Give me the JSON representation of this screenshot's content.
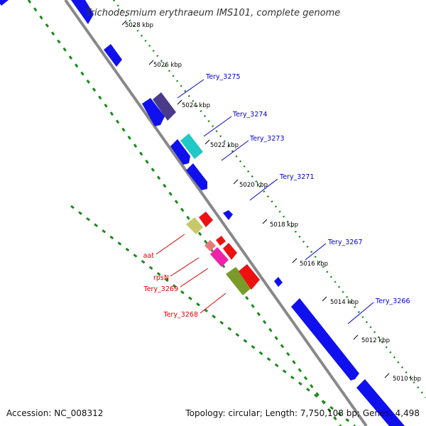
{
  "title": "Trichodesmium erythraeum IMS101, complete genome",
  "footer": {
    "accession": "Accession: NC_008312",
    "topology": "Topology: circular; Length: 7,750,108 bp; Genes: 4,498"
  },
  "scale_ticks": [
    "5028 kbp",
    "5026 kbp",
    "5024 kbp",
    "5022 kbp",
    "5020 kbp",
    "5018 kbp",
    "5016 kbp",
    "5014 kbp",
    "5012 kbp",
    "5010 kbp"
  ],
  "labels": {
    "forward": [
      "Tery_3275",
      "Tery_3274",
      "Tery_3273",
      "Tery_3271",
      "Tery_3267",
      "Tery_3266"
    ],
    "reverse": [
      "aat",
      "rpsN",
      "Tery_3269",
      "Tery_3268"
    ]
  },
  "colors": {
    "forward_label": "#0000cc",
    "reverse_label": "#dd0000",
    "backbone": "#8a8a8a",
    "track_dots": "#1a8a1a",
    "blue_gene": "#1010ee",
    "red_gene": "#ee1111"
  }
}
